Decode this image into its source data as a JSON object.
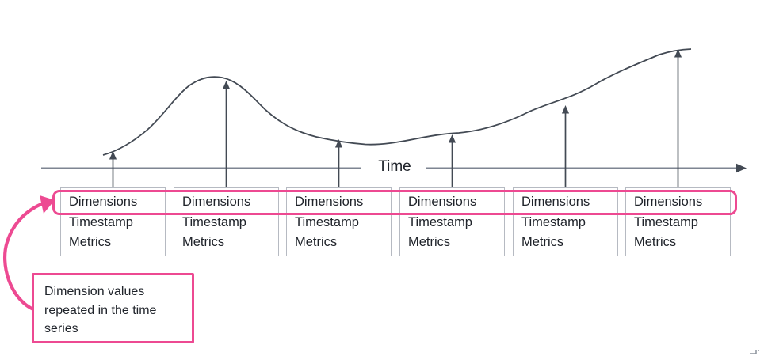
{
  "axis": {
    "label": "Time"
  },
  "records": {
    "count": 6,
    "fields": [
      "Dimensions",
      "Timestamp",
      "Metrics"
    ],
    "highlighted_field": "Dimensions"
  },
  "callout": {
    "text": "Dimension values repeated in the time series"
  },
  "colors": {
    "accent_pink": "#ed4a92",
    "stroke_dark": "#434a54",
    "axis_gray": "#7e8592",
    "box_border": "#b6bac2",
    "text_dark": "#20242b"
  }
}
